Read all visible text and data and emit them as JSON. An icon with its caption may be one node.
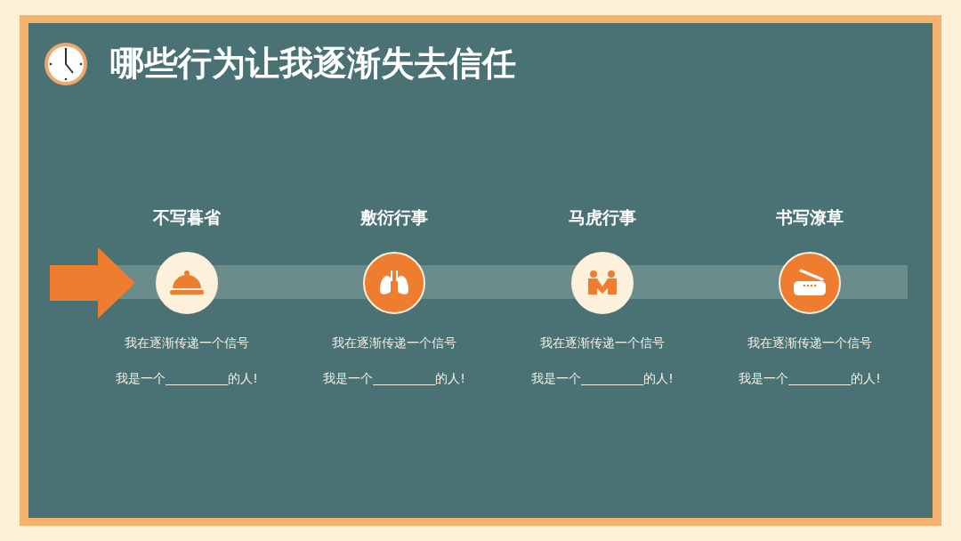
{
  "diagram": {
    "title": "哪些行为让我逐渐失去信任",
    "nodes": [
      {
        "text": [],
        "shape": "circle",
        "beside": [
          "不写暮省",
          "我在逐渐传递一个信号",
          "我是一个__________的人!"
        ]
      },
      {
        "text": [],
        "shape": "circle",
        "beside": [
          "敷衍行事",
          "我在逐渐传递一个信号",
          "我是一个__________的人!"
        ]
      },
      {
        "text": [],
        "shape": "circle",
        "beside": [
          "马虎行事",
          "我在逐渐传递一个信号",
          "我是一个__________的人!"
        ]
      },
      {
        "text": [],
        "shape": "circle",
        "beside": [
          "书写潦草",
          "我在逐渐传递一个信号",
          "我是一个__________的人!"
        ]
      }
    ],
    "edges": []
  }
}
